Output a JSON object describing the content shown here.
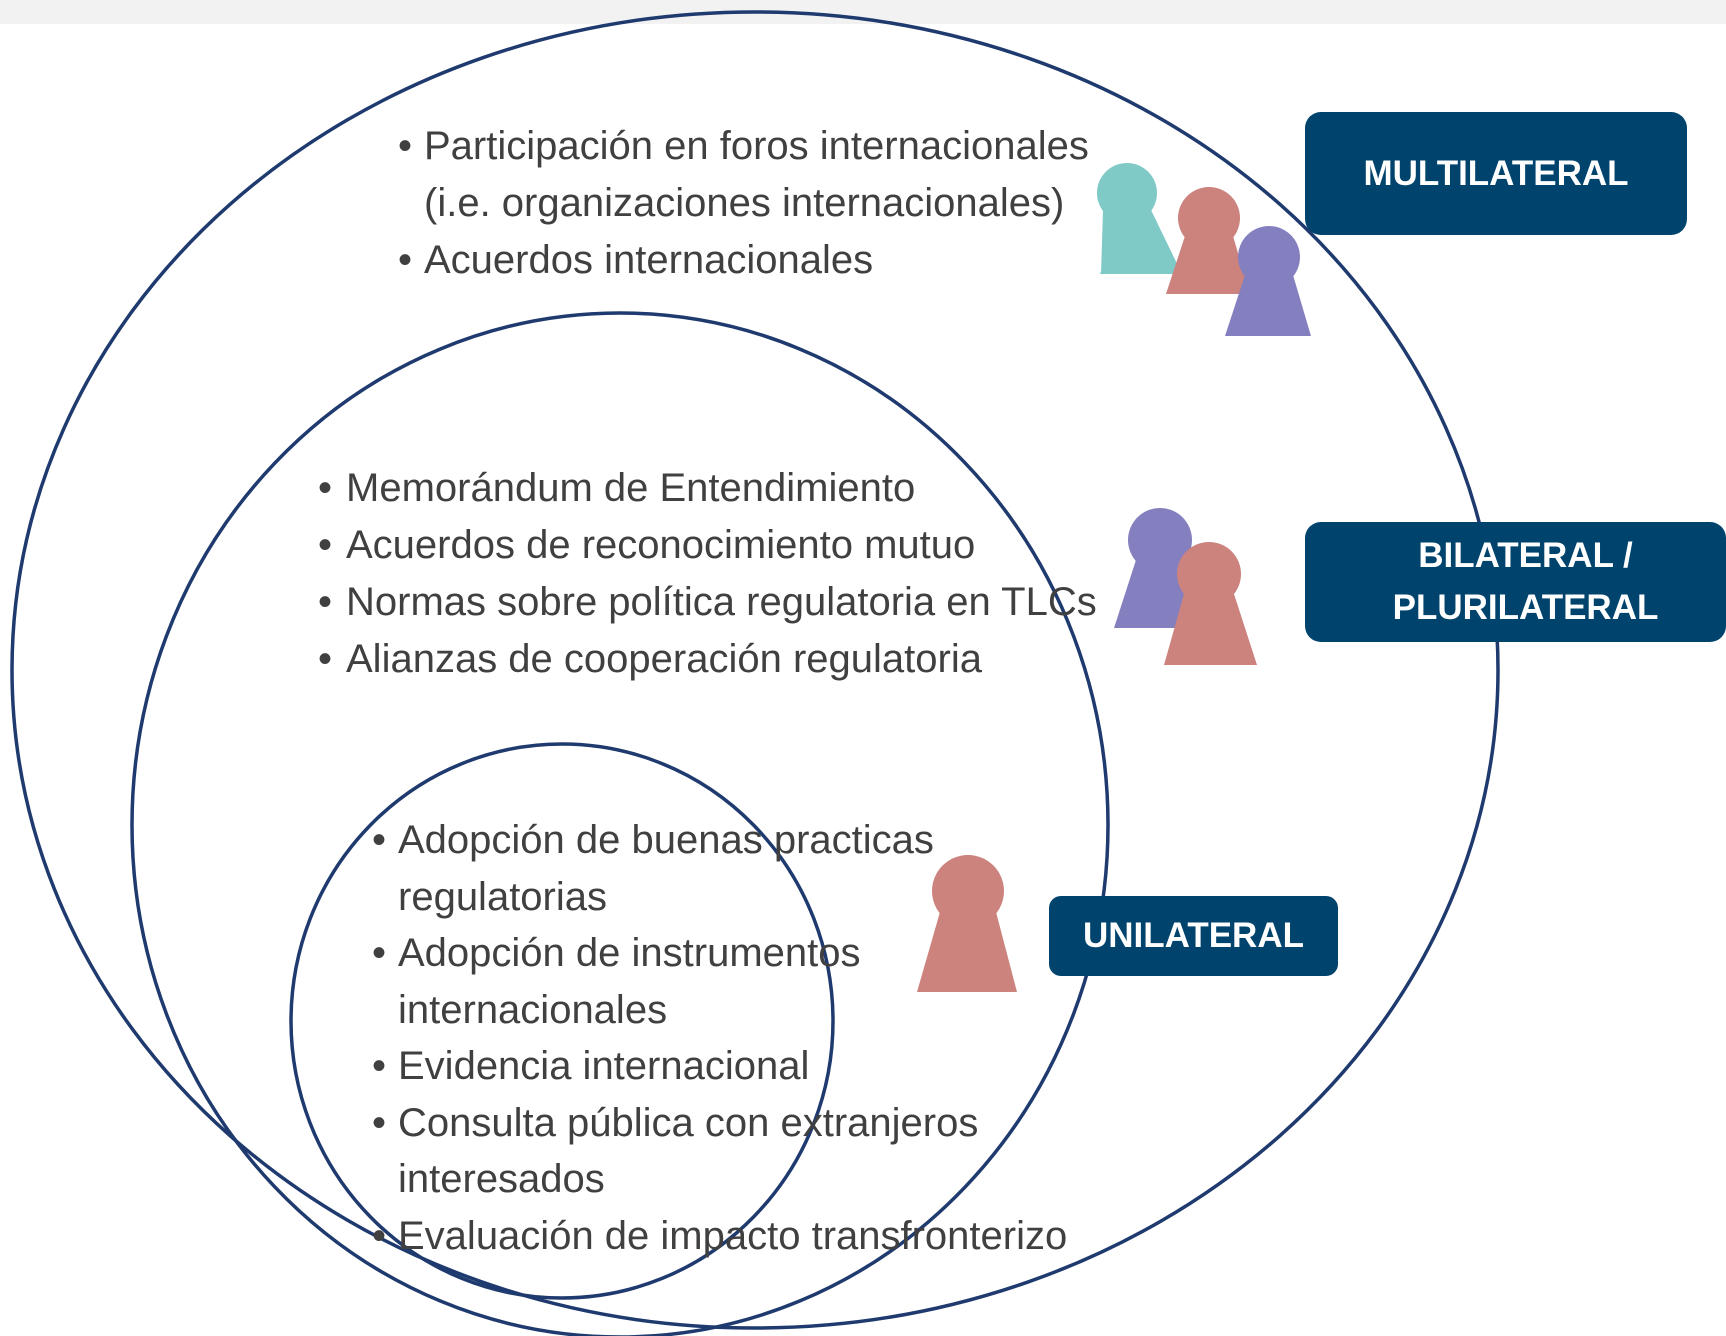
{
  "levels": {
    "multilateral": {
      "label": "MULTILATERAL",
      "items": [
        "Participación en foros internacionales (i.e. organizaciones internacionales)",
        "Acuerdos internacionales"
      ]
    },
    "bilateral": {
      "label": "BILATERAL / PLURILATERAL",
      "items": [
        "Memorándum de Entendimiento",
        "Acuerdos de reconocimiento mutuo",
        "Normas sobre política regulatoria en TLCs",
        "Alianzas de cooperación regulatoria"
      ]
    },
    "unilateral": {
      "label": "UNILATERAL",
      "items": [
        "Adopción de buenas practicas regulatorias",
        "Adopción de instrumentos internacionales",
        "Evidencia internacional",
        "Consulta pública con extranjeros interesados",
        "Evaluación de impacto transfronterizo"
      ]
    }
  },
  "colors": {
    "circle_stroke": "#1f3a6e",
    "box_fill": "#00446e",
    "box_text": "#ffffff",
    "text": "#404040",
    "person_teal": "#7fc9c7",
    "person_rose": "#cc827d",
    "person_purple": "#8480bf",
    "topbar": "#f2f2f2"
  },
  "icons": [
    "person-teal-icon",
    "person-rose-icon",
    "person-purple-icon"
  ]
}
